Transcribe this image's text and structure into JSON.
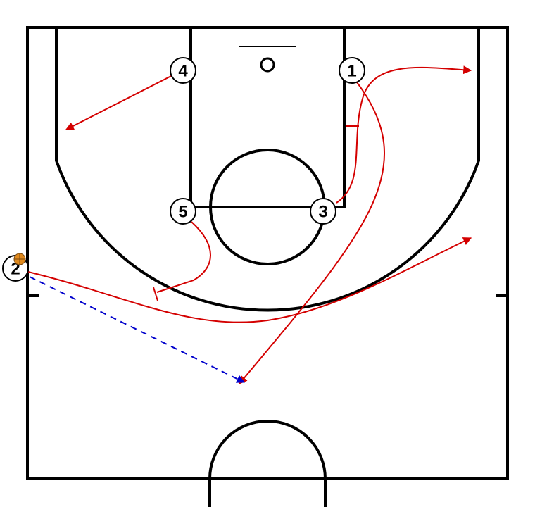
{
  "players": [
    {
      "label": "1"
    },
    {
      "label": "2"
    },
    {
      "label": "3"
    },
    {
      "label": "4"
    },
    {
      "label": "5"
    }
  ],
  "ball": {
    "holder": "2",
    "icon": "basketball-icon"
  },
  "colors": {
    "court_line": "#000000",
    "cut": "#d40000",
    "pass": "#0000cc",
    "ball": "#e08a1e",
    "player_fill": "#ffffff"
  },
  "movements": [
    {
      "player": "4",
      "type": "cut"
    },
    {
      "player": "1",
      "type": "cut"
    },
    {
      "player": "3",
      "type": "cut"
    },
    {
      "player": "5",
      "type": "screen"
    },
    {
      "player": "2",
      "type": "cut"
    },
    {
      "from": "2",
      "type": "pass"
    }
  ]
}
